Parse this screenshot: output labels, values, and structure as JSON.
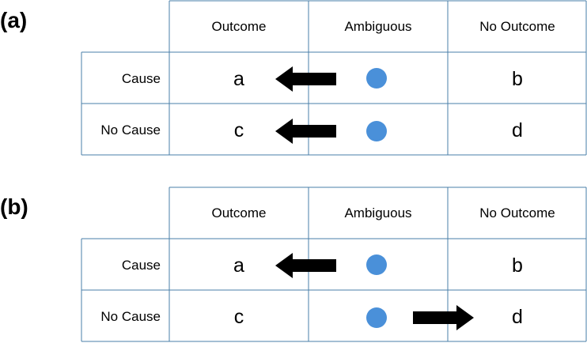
{
  "figure": {
    "accent_color": "#4a90d9",
    "grid_color": "#4a7fa8",
    "arrow_color": "#000000",
    "panels": [
      {
        "label": "(a)",
        "columns": [
          "Outcome",
          "Ambiguous",
          "No Outcome"
        ],
        "rows": [
          {
            "header": "Cause",
            "left_letter": "a",
            "right_letter": "b",
            "ambiguous_marker": "blue-dot",
            "arrow_direction": "left"
          },
          {
            "header": "No Cause",
            "left_letter": "c",
            "right_letter": "d",
            "ambiguous_marker": "blue-dot",
            "arrow_direction": "left"
          }
        ]
      },
      {
        "label": "(b)",
        "columns": [
          "Outcome",
          "Ambiguous",
          "No Outcome"
        ],
        "rows": [
          {
            "header": "Cause",
            "left_letter": "a",
            "right_letter": "b",
            "ambiguous_marker": "blue-dot",
            "arrow_direction": "left"
          },
          {
            "header": "No Cause",
            "left_letter": "c",
            "right_letter": "d",
            "ambiguous_marker": "blue-dot",
            "arrow_direction": "right"
          }
        ]
      }
    ]
  }
}
